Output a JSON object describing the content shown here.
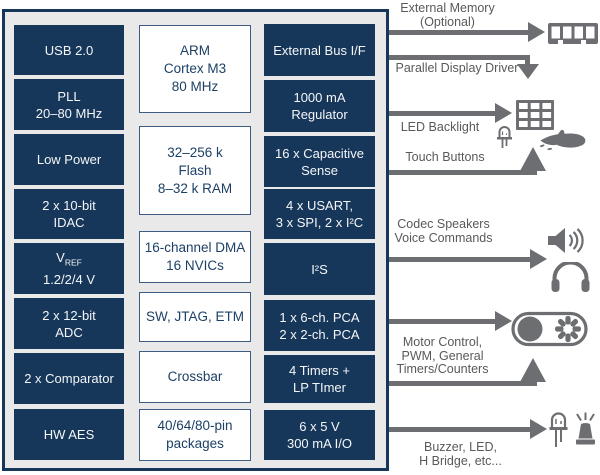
{
  "colors": {
    "navy": "#17375a",
    "panel_bg": "#e9e9e9",
    "block_text_light": "#f4f6f8",
    "block_text_navy": "#1d4066",
    "arrow_gray": "#6d6e71",
    "note_gray": "#58595b"
  },
  "chip": {
    "left": [
      {
        "lines": [
          "USB 2.0"
        ]
      },
      {
        "lines": [
          "PLL",
          "20–80 MHz"
        ]
      },
      {
        "lines": [
          "Low Power"
        ]
      },
      {
        "lines": [
          "2 x 10-bit",
          "IDAC"
        ]
      },
      {
        "v": "V",
        "sub": "REF",
        "line2": "1.2/2/4 V"
      },
      {
        "lines": [
          "2 x 12-bit",
          "ADC"
        ]
      },
      {
        "lines": [
          "2 x Comparator"
        ]
      },
      {
        "lines": [
          "HW AES"
        ]
      }
    ],
    "middle": [
      {
        "lines": [
          "ARM",
          "Cortex M3",
          "80 MHz"
        ]
      },
      {
        "lines": [
          "32–256 k",
          "Flash",
          "8–32 k RAM"
        ]
      },
      {
        "lines": [
          "16-channel DMA",
          "16 NVICs"
        ]
      },
      {
        "lines": [
          "SW, JTAG, ETM"
        ]
      },
      {
        "lines": [
          "Crossbar"
        ]
      },
      {
        "lines": [
          "40/64/80-pin",
          "packages"
        ]
      }
    ],
    "right": [
      {
        "lines": [
          "External Bus I/F"
        ]
      },
      {
        "lines": [
          "1000 mA",
          "Regulator"
        ]
      },
      {
        "lines": [
          "16 x Capacitive",
          "Sense"
        ]
      },
      {
        "lines": [
          "4 x USART,",
          "3 x SPI, 2 x I²C"
        ]
      },
      {
        "lines": [
          "I²S"
        ]
      },
      {
        "lines": [
          "1 x 6-ch. PCA",
          "2 x 2-ch. PCA"
        ]
      },
      {
        "lines": [
          "4 Timers +",
          "LP TImer"
        ]
      },
      {
        "lines": [
          "6 x 5 V",
          "300 mA I/O"
        ]
      }
    ]
  },
  "peripherals": [
    {
      "label": [
        "External Memory",
        "(Optional)"
      ],
      "icons": [
        "memory-module-icon"
      ]
    },
    {
      "label": [
        "Parallel Display Driver"
      ],
      "icons": [
        "display-grid-icon"
      ]
    },
    {
      "label": [
        "LED Backlight"
      ],
      "icons": [
        "display-grid-icon",
        "led-icon",
        "touch-hand-icon"
      ]
    },
    {
      "label": [
        "Touch Buttons"
      ],
      "icons": [
        "touch-hand-icon"
      ]
    },
    {
      "label": [
        "Codec Speakers",
        "Voice Commands"
      ],
      "icons": [
        "speaker-icon",
        "headphones-icon"
      ]
    },
    {
      "label": [
        "Motor Control,",
        "PWM, General",
        "Timers/Counters"
      ],
      "icons": [
        "motor-icon"
      ]
    },
    {
      "label": [
        "Buzzer, LED,",
        "H Bridge, etc..."
      ],
      "icons": [
        "led-icon",
        "buzzer-icon"
      ]
    }
  ]
}
